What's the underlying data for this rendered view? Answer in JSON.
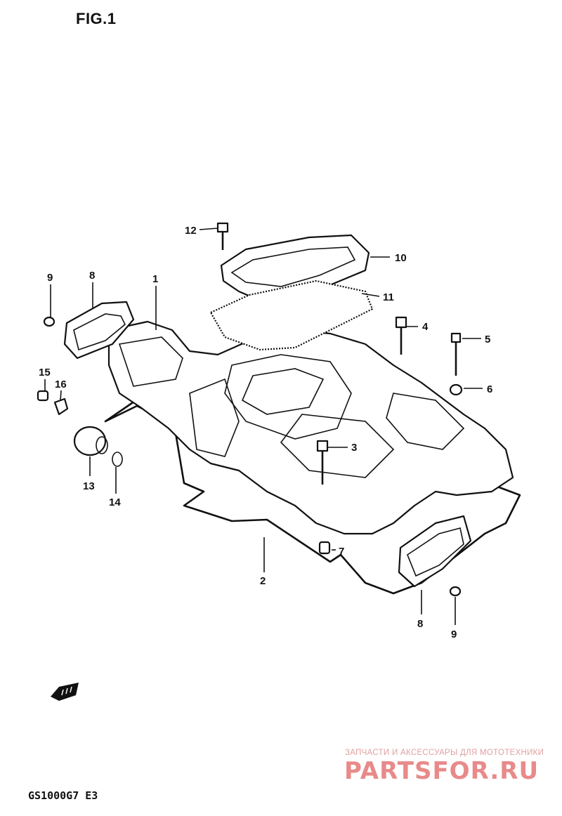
{
  "figure": {
    "title": "FIG.1"
  },
  "model_code": "GS1000G7 E3",
  "watermark": {
    "tagline": "ЗАПЧАСТИ И АКСЕССУАРЫ ДЛЯ МОТОТЕХНИКИ",
    "brand": "PARTSFOR.RU"
  },
  "callouts": [
    {
      "id": "1",
      "label": "1"
    },
    {
      "id": "2",
      "label": "2"
    },
    {
      "id": "3",
      "label": "3"
    },
    {
      "id": "4",
      "label": "4"
    },
    {
      "id": "5",
      "label": "5"
    },
    {
      "id": "6",
      "label": "6"
    },
    {
      "id": "7",
      "label": "7"
    },
    {
      "id": "8a",
      "label": "8"
    },
    {
      "id": "8b",
      "label": "8"
    },
    {
      "id": "9a",
      "label": "9"
    },
    {
      "id": "9b",
      "label": "9"
    },
    {
      "id": "10",
      "label": "10"
    },
    {
      "id": "11",
      "label": "11"
    },
    {
      "id": "12",
      "label": "12"
    },
    {
      "id": "13",
      "label": "13"
    },
    {
      "id": "14",
      "label": "14"
    },
    {
      "id": "15",
      "label": "15"
    },
    {
      "id": "16",
      "label": "16"
    }
  ],
  "icons": {
    "direction_arrow": "front-arrow-icon"
  }
}
